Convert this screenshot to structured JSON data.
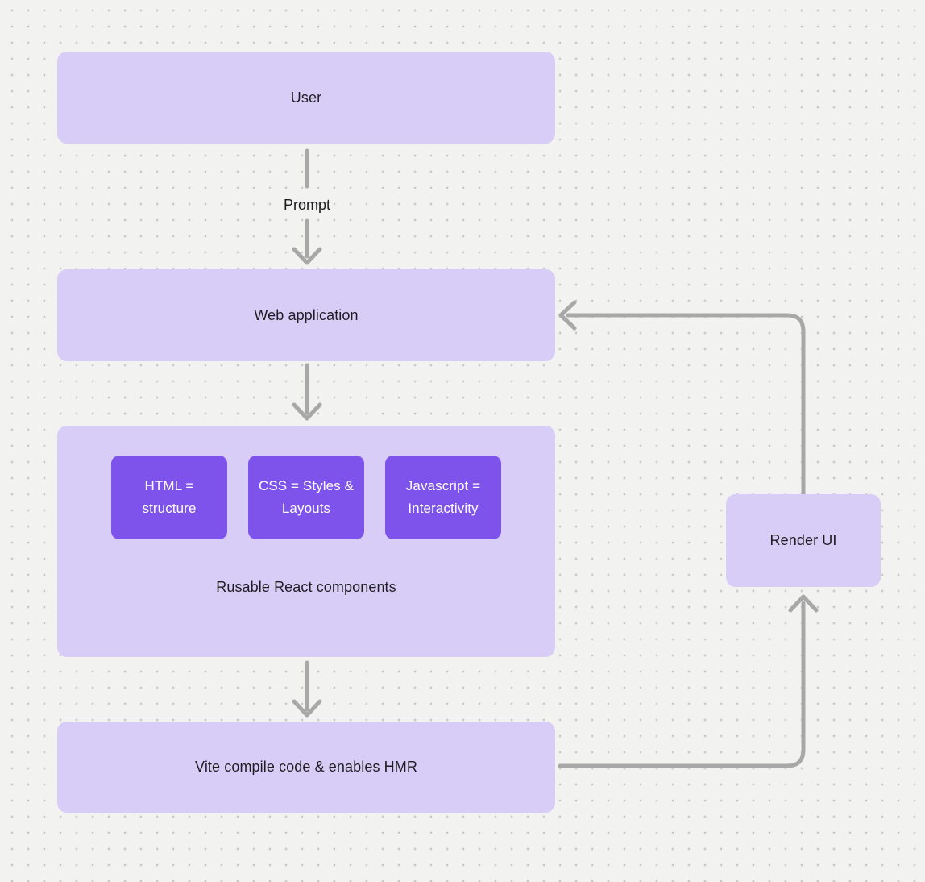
{
  "colors": {
    "background": "#f2f2f1",
    "dot_grid": "#c8c8c8",
    "node_fill": "#d7cdf6",
    "chip_fill": "#7d53eb",
    "chip_text": "#ffffff",
    "node_text": "#1e1e22",
    "connector": "#a8a8a8"
  },
  "diagram": {
    "nodes": {
      "user": {
        "label": "User"
      },
      "web_application": {
        "label": "Web application"
      },
      "components": {
        "caption": "Rusable React components",
        "items": [
          {
            "label": "HTML = structure"
          },
          {
            "label": "CSS = Styles & Layouts"
          },
          {
            "label": "Javascript = Interactivity"
          }
        ]
      },
      "vite": {
        "label": "Vite compile code & enables HMR"
      },
      "render_ui": {
        "label": "Render UI"
      }
    },
    "edges": {
      "prompt_label": "Prompt"
    }
  }
}
